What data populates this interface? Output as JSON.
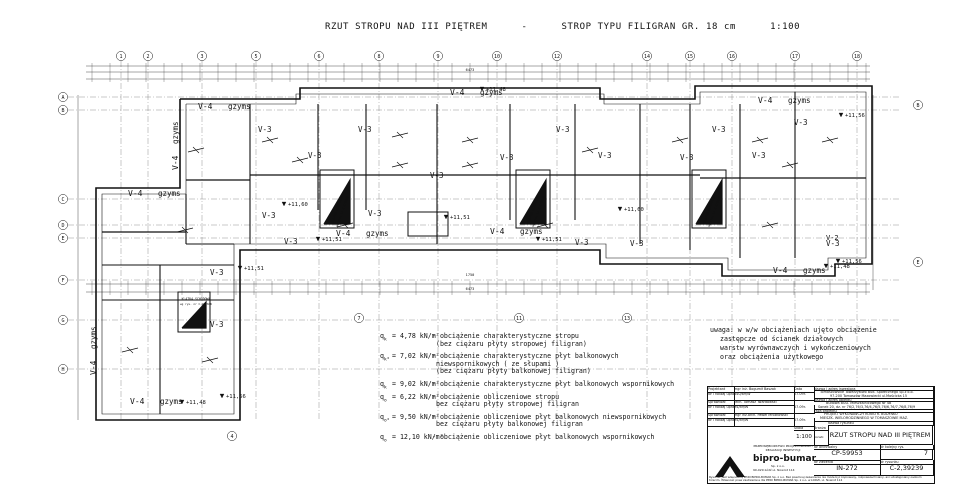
{
  "title": {
    "part1": "RZUT STROPU NAD III PIĘTREM",
    "dash": "-",
    "part2": "STROP TYPU FILIGRAN GR. 18 cm",
    "scale": "1:100"
  },
  "axes_top": [
    "1",
    "2",
    "3",
    "5",
    "6",
    "8",
    "9",
    "10",
    "12",
    "14",
    "15",
    "16",
    "17",
    "18"
  ],
  "axes_left": [
    "A",
    "B",
    "C",
    "D",
    "E",
    "F",
    "G",
    "H"
  ],
  "axes_right": [
    "B",
    "E"
  ],
  "axes_bottom": [
    "7",
    "11",
    "13"
  ],
  "axis_bottom_left": "4",
  "dimensions": {
    "overall_top": "6473",
    "overall_bottom": "6473",
    "mid": "1750"
  },
  "wall_labels": {
    "w4": "V-4",
    "gzyms": "gzyms",
    "w3": "V-3",
    "w2": "V-2"
  },
  "levels": {
    "l148": "+11,48",
    "l151": "+11,51",
    "l156": "+11,56",
    "l160": "+11,60"
  },
  "stair_label": "KLATKA SCHODOWA",
  "stair_sub": "wg rys. nr C-2/2846",
  "loads": [
    {
      "sym": "q",
      "sub": "k",
      "value": "= 4,78 kN/m²",
      "desc": [
        "- obciążenie charakterystyczne stropu",
        "(bez ciężaru płyty stropowej filigran)"
      ]
    },
    {
      "sym": "q",
      "sub": "k*",
      "value": "= 7,02 kN/m²",
      "desc": [
        "- obciążenie charakterystyczne płyt balkonowych",
        "niewspornikowych ( ze słupami )",
        "(bez ciężaru płyty balkonowej filigran)"
      ]
    },
    {
      "sym": "q",
      "sub": "k",
      "value": "= 9,02 kN/m²",
      "desc": [
        "- obciążenie charakterystyczne płyt balkonowych wspornikowych"
      ]
    },
    {
      "sym": "q",
      "sub": "o",
      "value": "= 6,22 kN/m²",
      "desc": [
        "- obciążenie obliczeniowe stropu",
        "bez ciężaru płyty stropowej filigran"
      ]
    },
    {
      "sym": "q",
      "sub": "o*",
      "value": "= 9,50 kN/m²",
      "desc": [
        "- obciążenie obliczeniowe płyt balkonowych niewspornikowych",
        "bez ciężaru płyty balkonowej filigran"
      ]
    },
    {
      "sym": "q",
      "sub": "o",
      "value": "= 12,10 kN/m²",
      "desc": [
        "- obciążenie obliczeniowe płyt balkonowych wspornikowych"
      ]
    }
  ],
  "note": [
    "uwaga: w w/w obciążeniach ujęto obciążenie",
    "zastępcze od ścianek działowych",
    "warstw wyrównawczych i wykończeniowych",
    "oraz obciążenia użytkowego"
  ],
  "titleblock": {
    "r1a": "Projektant",
    "r1b": "mgr inż. Bogumił  Baszak",
    "r2a": "Nr i rodzaj uprawnień",
    "r2b": "340/89/W",
    "r3a": "Sprawdzał",
    "r3b": "tech. Tomasz Twardowski",
    "r4a": "Nr i rodzaj uprawnień",
    "r4b": "94/89/W",
    "r5a": "Sprawdzał",
    "r5b": "mgr inż.arch. Paweł Mrozkowski",
    "r6a": "Nr i rodzaj uprawnień",
    "r6b": "94/89/W",
    "date_lbl": "Data",
    "date1": "07.09r.",
    "date2": "07.09r.",
    "date3": "07.09r.",
    "investor_lbl": "Nazwa i adres inwestora",
    "investor": [
      "Tomaszowskie Towarzystwo Bud. Społecznego Sp.z o.o.",
      "97-200 Tomaszów Mazowiecki ul.Mościcka 15"
    ],
    "object_lbl": "Nazwa i adres obiektu",
    "object": [
      "Budowa BUD. Mieszkalnicowego Nr 4B",
      "Sonek 20, dz. nr 76/2,76/3,76/4,76/5,76/6,76/7,76/8,76/9"
    ],
    "phase_lbl": "Faza projektu",
    "phase": [
      "PROJEKT WYKONAWCZY KONSTR. BUDYNKU",
      "MIESZK. WIELORODZINNEGO W TOMASZOWIE MAZ."
    ],
    "drawing_lbl": "Nazwa rysunku",
    "drawing": "RZUT STROPU NAD III PIĘTREM",
    "skala_lbl": "Skala",
    "skala": "1:100",
    "branza_lbl": "Branża",
    "branza": "Konstr.",
    "arch_lbl": "Nr archiwalny",
    "arch": "CP-59953",
    "kopia_lbl": "Nr kolejny rys.",
    "kopia": "7",
    "zlec_lbl": "Nr zlecenia",
    "zlec": "IN-272",
    "rys_lbl": "Nr rysunku",
    "rys": "C-2,39239",
    "company_sub": "PRZEDSIĘBIORSTWO PROJEKTOWANIA I REALIZACJI INWESTYCJI",
    "company": "bipro-bumar",
    "company_addr": [
      "Sp. z o.o.",
      "90-029 Łódź    ul. Nowrot 114"
    ],
    "footer": "Rysunek jest własnością PPiRI BIPRO-BUMAR Sp. z o.o. Bez pisemnej zezwolenia nie może być kopiowany, rozpowszechniany, ani udostępniany osobom trzecim. Własność praw zastrzeżona dla PPiRI BIPRO-BUMAR Sp. z o.o. w ŁODZI, ul. Nowrot 114"
  }
}
